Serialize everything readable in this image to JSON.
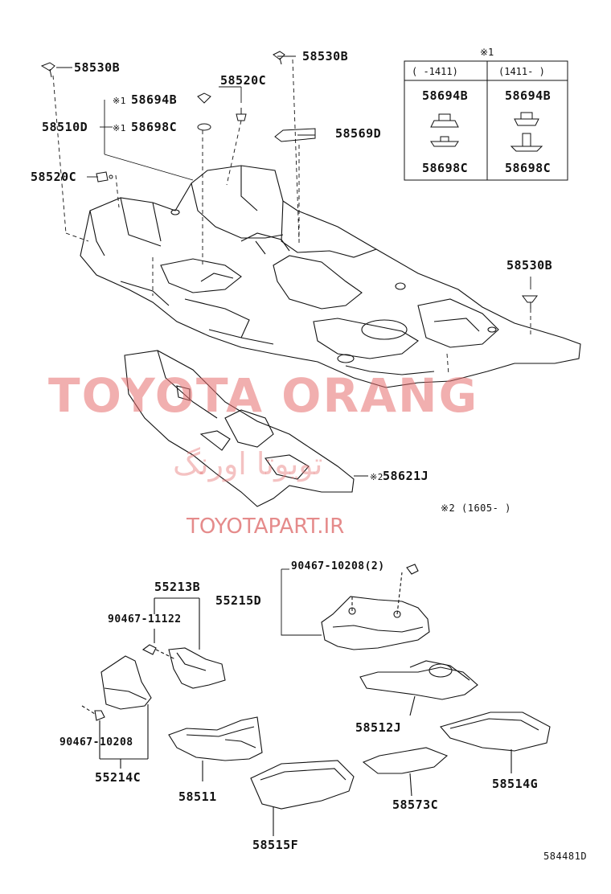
{
  "diagram_code": "584481D",
  "watermarks": {
    "main": "TOYOTA ORANG",
    "persian": "تویوتا اورنگ",
    "url": "TOYOTAPART.IR"
  },
  "footnote1": {
    "mark": "※1",
    "col_left": "(  -1411)",
    "col_right": "(1411-  )",
    "part_top_left": "58694B",
    "part_top_right": "58694B",
    "part_bottom_left": "58698C",
    "part_bottom_right": "58698C"
  },
  "footnote2": "※2 (1605-   )",
  "parts": {
    "p58530B_a": "58530B",
    "p58530B_b": "58530B",
    "p58530B_c": "58530B",
    "p58520C_a": "58520C",
    "p58520C_b": "58520C",
    "p58694B": "58694B",
    "p58698C": "58698C",
    "p58510D": "58510D",
    "p58569D": "58569D",
    "p58621J": "58621J",
    "p55213B": "55213B",
    "p90467_11122": "90467-11122",
    "p90467_10208": "90467-10208",
    "p90467_10208_2": "90467-10208(2)",
    "p55215D": "55215D",
    "p55214C": "55214C",
    "p58512J": "58512J",
    "p58514G": "58514G",
    "p58511": "58511",
    "p58573C": "58573C",
    "p58515F": "58515F"
  },
  "marks": {
    "m1a": "※1",
    "m1b": "※1",
    "m2": "※2"
  }
}
